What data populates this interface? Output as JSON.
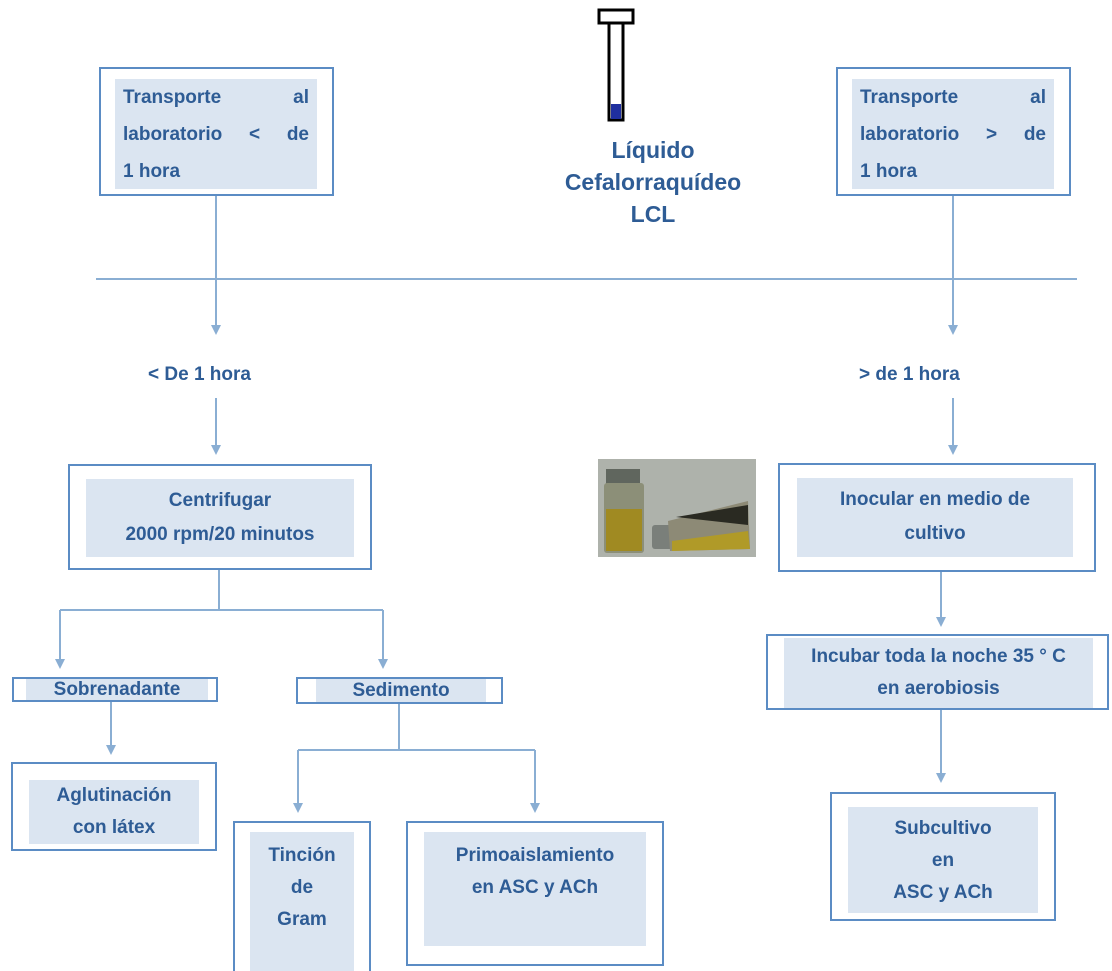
{
  "title": {
    "lines": [
      "Líquido",
      "Cefalorraquídeo",
      "LCL"
    ]
  },
  "boxes": {
    "transport_left": {
      "w1": "Transporte",
      "w2": "al",
      "w3": "laboratorio",
      "w4": "<",
      "w5": "de",
      "w6": "1 hora"
    },
    "transport_right": {
      "w1": "Transporte",
      "w2": "al",
      "w3": "laboratorio",
      "w4": ">",
      "w5": "de",
      "w6": "1 hora"
    },
    "centrifugar": {
      "line1": "Centrifugar",
      "line2": "2000 rpm/20 minutos"
    },
    "sobrenadante": "Sobrenadante",
    "sedimento": "Sedimento",
    "aglutinacion": {
      "line1": "Aglutinación",
      "line2": "con látex"
    },
    "tincion": {
      "line1": "Tinción",
      "line2": "de",
      "line3": "Gram"
    },
    "primoaislamiento": {
      "line1": "Primoaislamiento",
      "line2": "en ASC y ACh"
    },
    "inocular": {
      "line1": "Inocular en medio de",
      "line2": "cultivo"
    },
    "incubar": {
      "line1": "Incubar toda la noche 35 ° C",
      "line2": "en aerobiosis"
    },
    "subcultivo": {
      "line1": "Subcultivo",
      "line2": "en",
      "line3": "ASC y ACh"
    }
  },
  "labels": {
    "less_one_hour": "< De 1 hora",
    "more_one_hour": "> de 1 hora"
  },
  "colors": {
    "line": "#8aaed3",
    "border": "#5b8cc4",
    "fill": "#dbe5f1",
    "text": "#2e5c95"
  },
  "icons": [
    "test-tube-icon",
    "culture-bottles-photo"
  ]
}
